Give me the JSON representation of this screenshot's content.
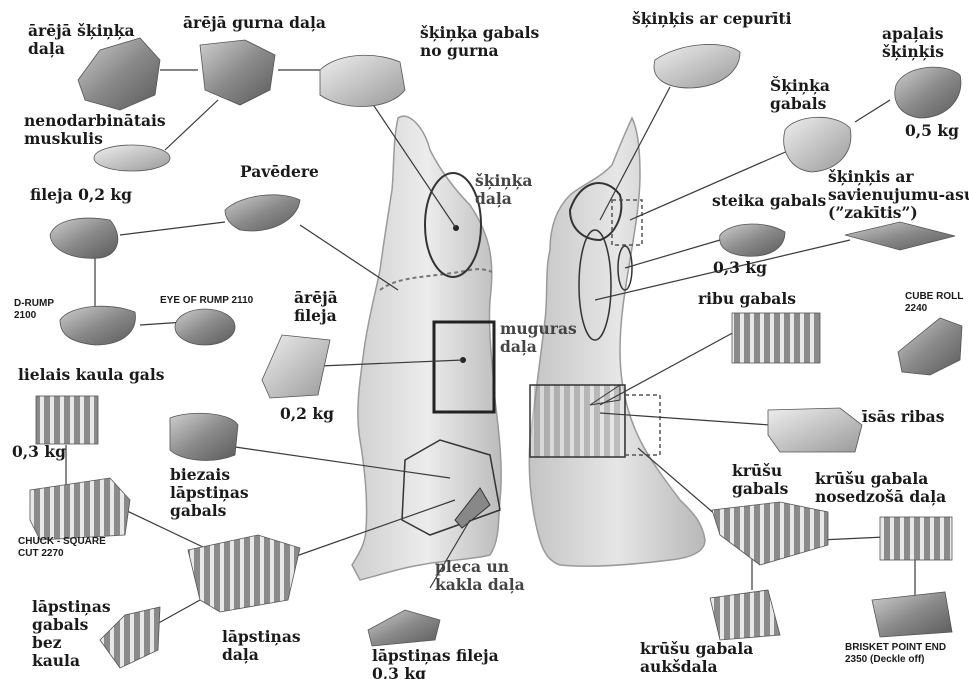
{
  "labels": {
    "areja_skinka_dala": "ārējā šķiņķa\ndaļa",
    "areja_gurna_dala": "ārējā gurna daļa",
    "skinka_gabals_no_gurna": "šķiņķa gabals\nno gurna",
    "nenodarbinatais": "nenodarbinātais\nmuskulis",
    "pavedere": "Pavēdere",
    "fileja": "fileja 0,2 kg",
    "drump": "D-RUMP\n2100",
    "eye_of_rump": "EYE OF RUMP 2110",
    "areja_fileja": "ārējā\nfileja",
    "areja_fileja_weight": "0,2 kg",
    "lielais_kaula_gals": "lielais kaula gals",
    "lielais_weight": "0,3 kg",
    "chuck": "CHUCK - SQUARE\nCUT 2270",
    "biezais": "biezais\nlāpstiņas\ngabals",
    "lapstinas_bez_kaula": "lāpstiņas\ngabals\nbez\nkaula",
    "lapstinas_dala": "lāpstiņas\ndaļa",
    "lapstinas_fileja": "lāpstiņas fileja\n0,3 kg",
    "skinka_dala_carcass": "šķiņķa\ndaļa",
    "muguras_dala": "muguras\ndaļa",
    "pleca_kakla": "pleca un\nkakla daļa",
    "skinkis_ar_cepuriti": "šķiņķis ar cepurīti",
    "apalais_skinkis": "apaļais\nšķiņķis",
    "apalais_weight": "0,5 kg",
    "skinka_gabals": "Šķiņķa\ngabals",
    "skinkis_ar_savienujumu": "šķiņķis ar\nsavienujumu-asu\n(”zakītis”)",
    "steika_gabals": "steika gabals",
    "steika_weight": "0,3 kg",
    "ribu_gabals": "ribu gabals",
    "cube_roll": "CUBE ROLL\n2240",
    "isas_ribas": "īsās ribas",
    "krusu_gabals": "krūšu\ngabals",
    "krusu_nosedzosa": "krūšu gabala\nnosedzošā daļa",
    "krusu_auksdala": "krūšu gabala\naukšdala",
    "brisket": "BRISKET POINT END\n2350 (Deckle off)"
  },
  "colors": {
    "background": "#ffffff",
    "text": "#1a1a1a",
    "carcass": "#dcdcdc",
    "meat_dark": "#6e6e6e",
    "meat_light": "#bdbdbd",
    "line": "#3a3a3a"
  }
}
